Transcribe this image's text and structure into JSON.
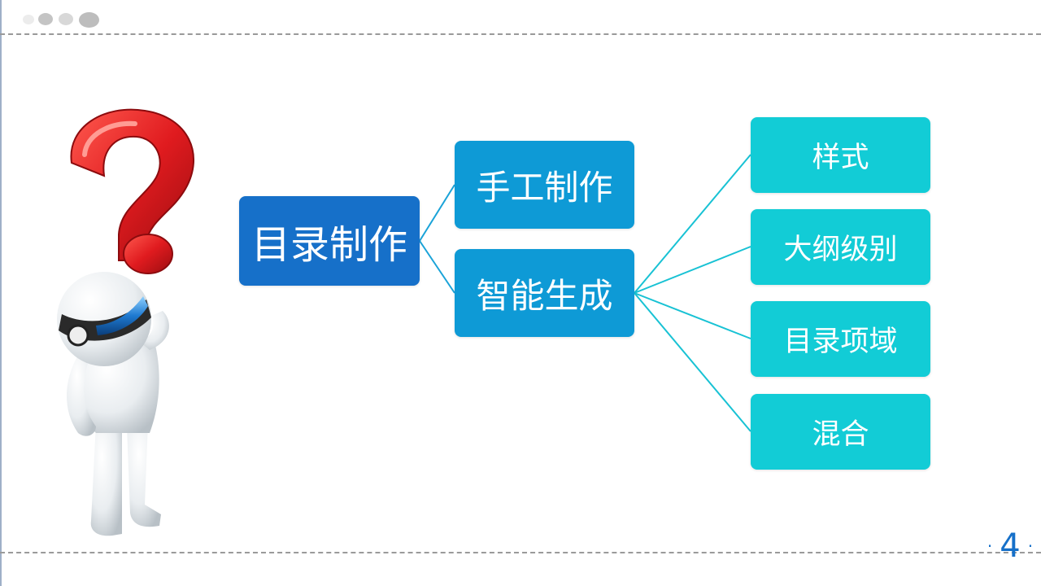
{
  "diagram": {
    "root": {
      "label": "目录制作"
    },
    "methods": [
      {
        "label": "手工制作"
      },
      {
        "label": "智能生成"
      }
    ],
    "options": [
      {
        "label": "样式"
      },
      {
        "label": "大纲级别"
      },
      {
        "label": "目录项域"
      },
      {
        "label": "混合"
      }
    ]
  },
  "slide": {
    "page_number": "4",
    "page_mark": "·"
  },
  "colors": {
    "root_box": "#1670c9",
    "method_box": "#0e9ad6",
    "option_box": "#12ccd6",
    "connector_left": "#1aa3d8",
    "connector_right": "#18c2d4",
    "question_mark": "#d8161b",
    "page_number": "#1670c9"
  },
  "illustration": {
    "question_mark": "question-mark-icon",
    "figure": "thinking-3d-person-icon"
  }
}
